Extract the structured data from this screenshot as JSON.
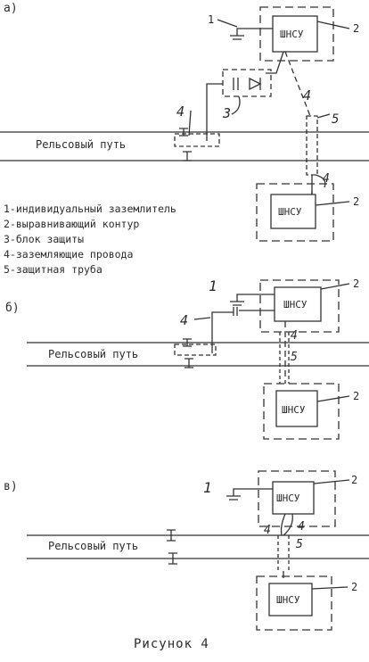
{
  "panels": [
    {
      "label": "а)",
      "track_label": "Рельсовый путь",
      "box_label": "ШНСУ"
    },
    {
      "label": "б)",
      "track_label": "Рельсовый путь",
      "box_label": "ШНСУ"
    },
    {
      "label": "в)",
      "track_label": "Рельсовый путь",
      "box_label": "ШНСУ"
    }
  ],
  "numbers": {
    "n1": "1",
    "n2": "2",
    "n3": "3",
    "n4": "4",
    "n5": "5"
  },
  "legend": [
    "1-индивидуальный заземлитель",
    "2-выравнивающий контур",
    "3-блок защиты",
    "4-заземляющие провода",
    "5-защитная труба"
  ],
  "caption": "Рисунок 4"
}
